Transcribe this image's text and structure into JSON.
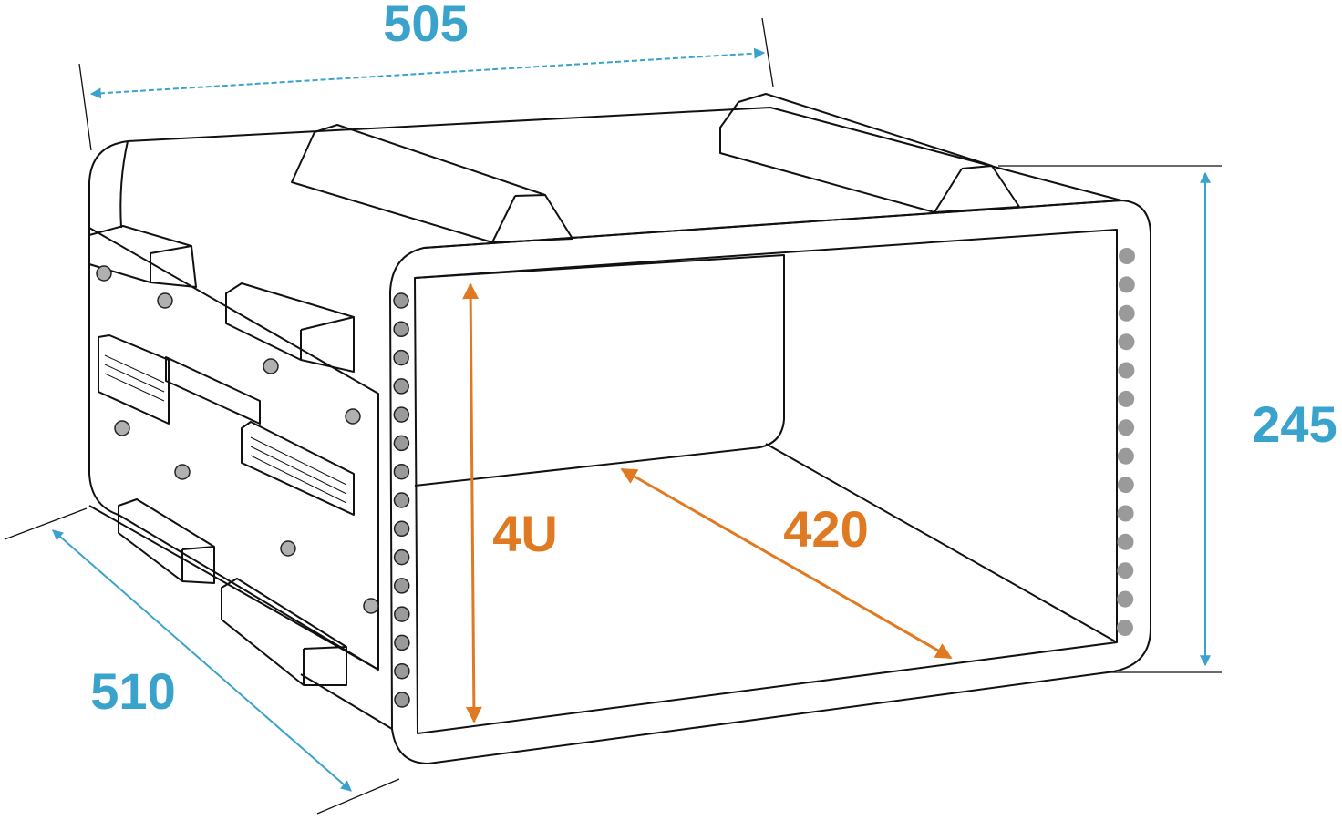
{
  "diagram": {
    "dimensions": {
      "width": "505",
      "depth": "510",
      "height": "245",
      "rack_units": "4U",
      "rail_depth": "420"
    },
    "colors": {
      "outer_dimension": "#3aa3cc",
      "inner_dimension": "#e07a22",
      "outline": "#111111",
      "hole": "#9a9a9a",
      "background": "#ffffff"
    },
    "rack_holes": {
      "left_rail_count": 15,
      "right_rail_count": 14
    }
  }
}
